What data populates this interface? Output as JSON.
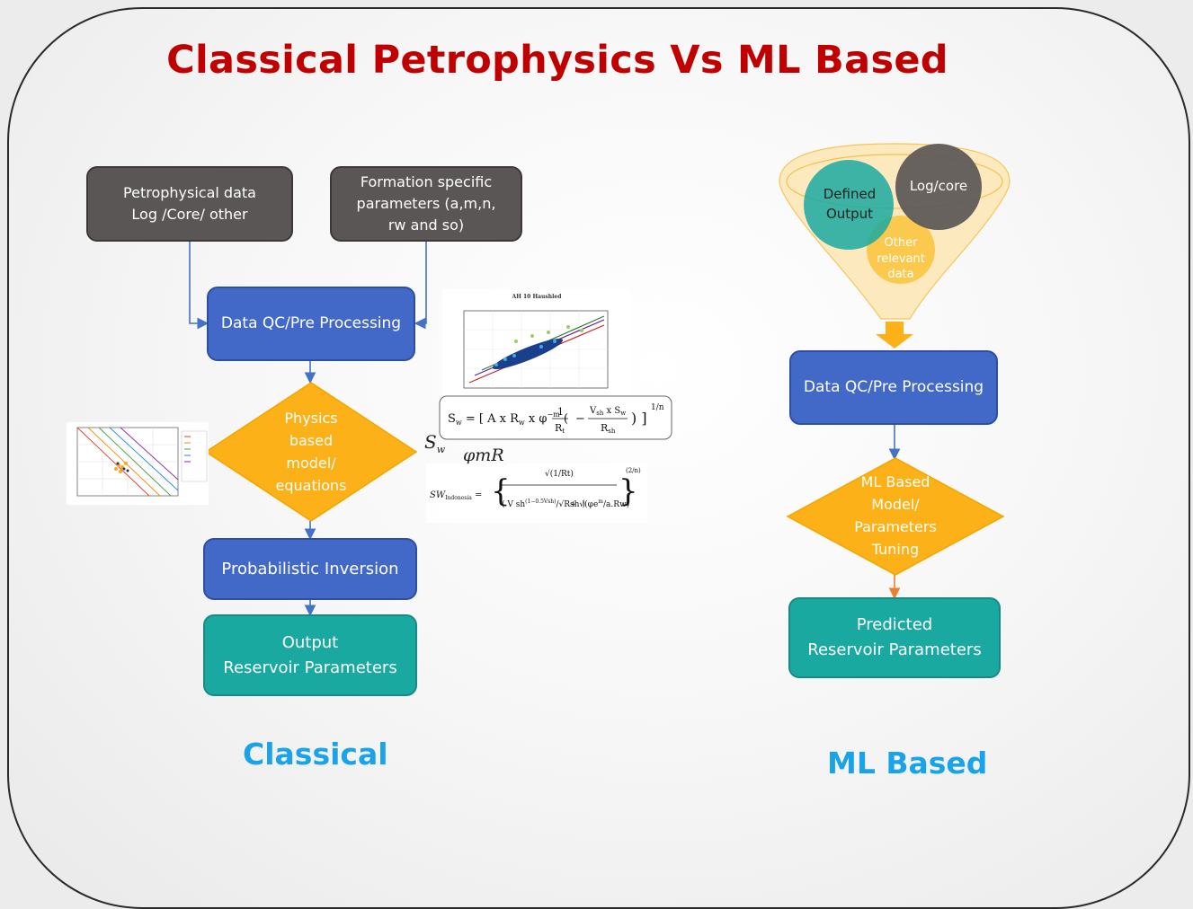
{
  "title": "Classical Petrophysics Vs ML Based",
  "classical": {
    "input_petro": "Petrophysical data\nLog /Core/ other",
    "input_formation": "Formation specific\nparameters (a,m,n,\nrw and so)",
    "qc": "Data QC/Pre Processing",
    "model": "Physics\nbased\nmodel/\nequations",
    "inversion": "Probabilistic Inversion",
    "output": "Output\nReservoir Parameters",
    "label": "Classical"
  },
  "ml": {
    "circle_defined": "Defined\nOutput",
    "circle_logcore": "Log/core",
    "circle_other": "Other\nrelevant\ndata",
    "qc": "Data QC/Pre Processing",
    "model": "ML Based\nModel/\nParameters\nTuning",
    "output": "Predicted\nReservoir Parameters",
    "label": "ML Based"
  },
  "colors": {
    "title": "#c00000",
    "grey_box": "#5b5656",
    "blue_box": "#4268c8",
    "teal_box": "#1aa9a0",
    "diamond": "#fbb117",
    "label": "#1aa3e8",
    "arrow_orange": "#ed7d31"
  },
  "thumbnail": {
    "chart_title": "AH 10 Haushled"
  },
  "equations": {
    "sw_bracket": "Sw = [ A x Rw x φ^-m ( 1/Rt − (Vsh x Sw)/Rsh ) ]^(1/n)",
    "sw_partial": "Sw",
    "phimr": "φmR",
    "indonesia": "SW_Indonesia = { √(1/Rt) / ( Vsh^(1−0.5Vsh)/√Rsh + √(φe^m/(a.Rw)) ) }^(2/n)"
  }
}
